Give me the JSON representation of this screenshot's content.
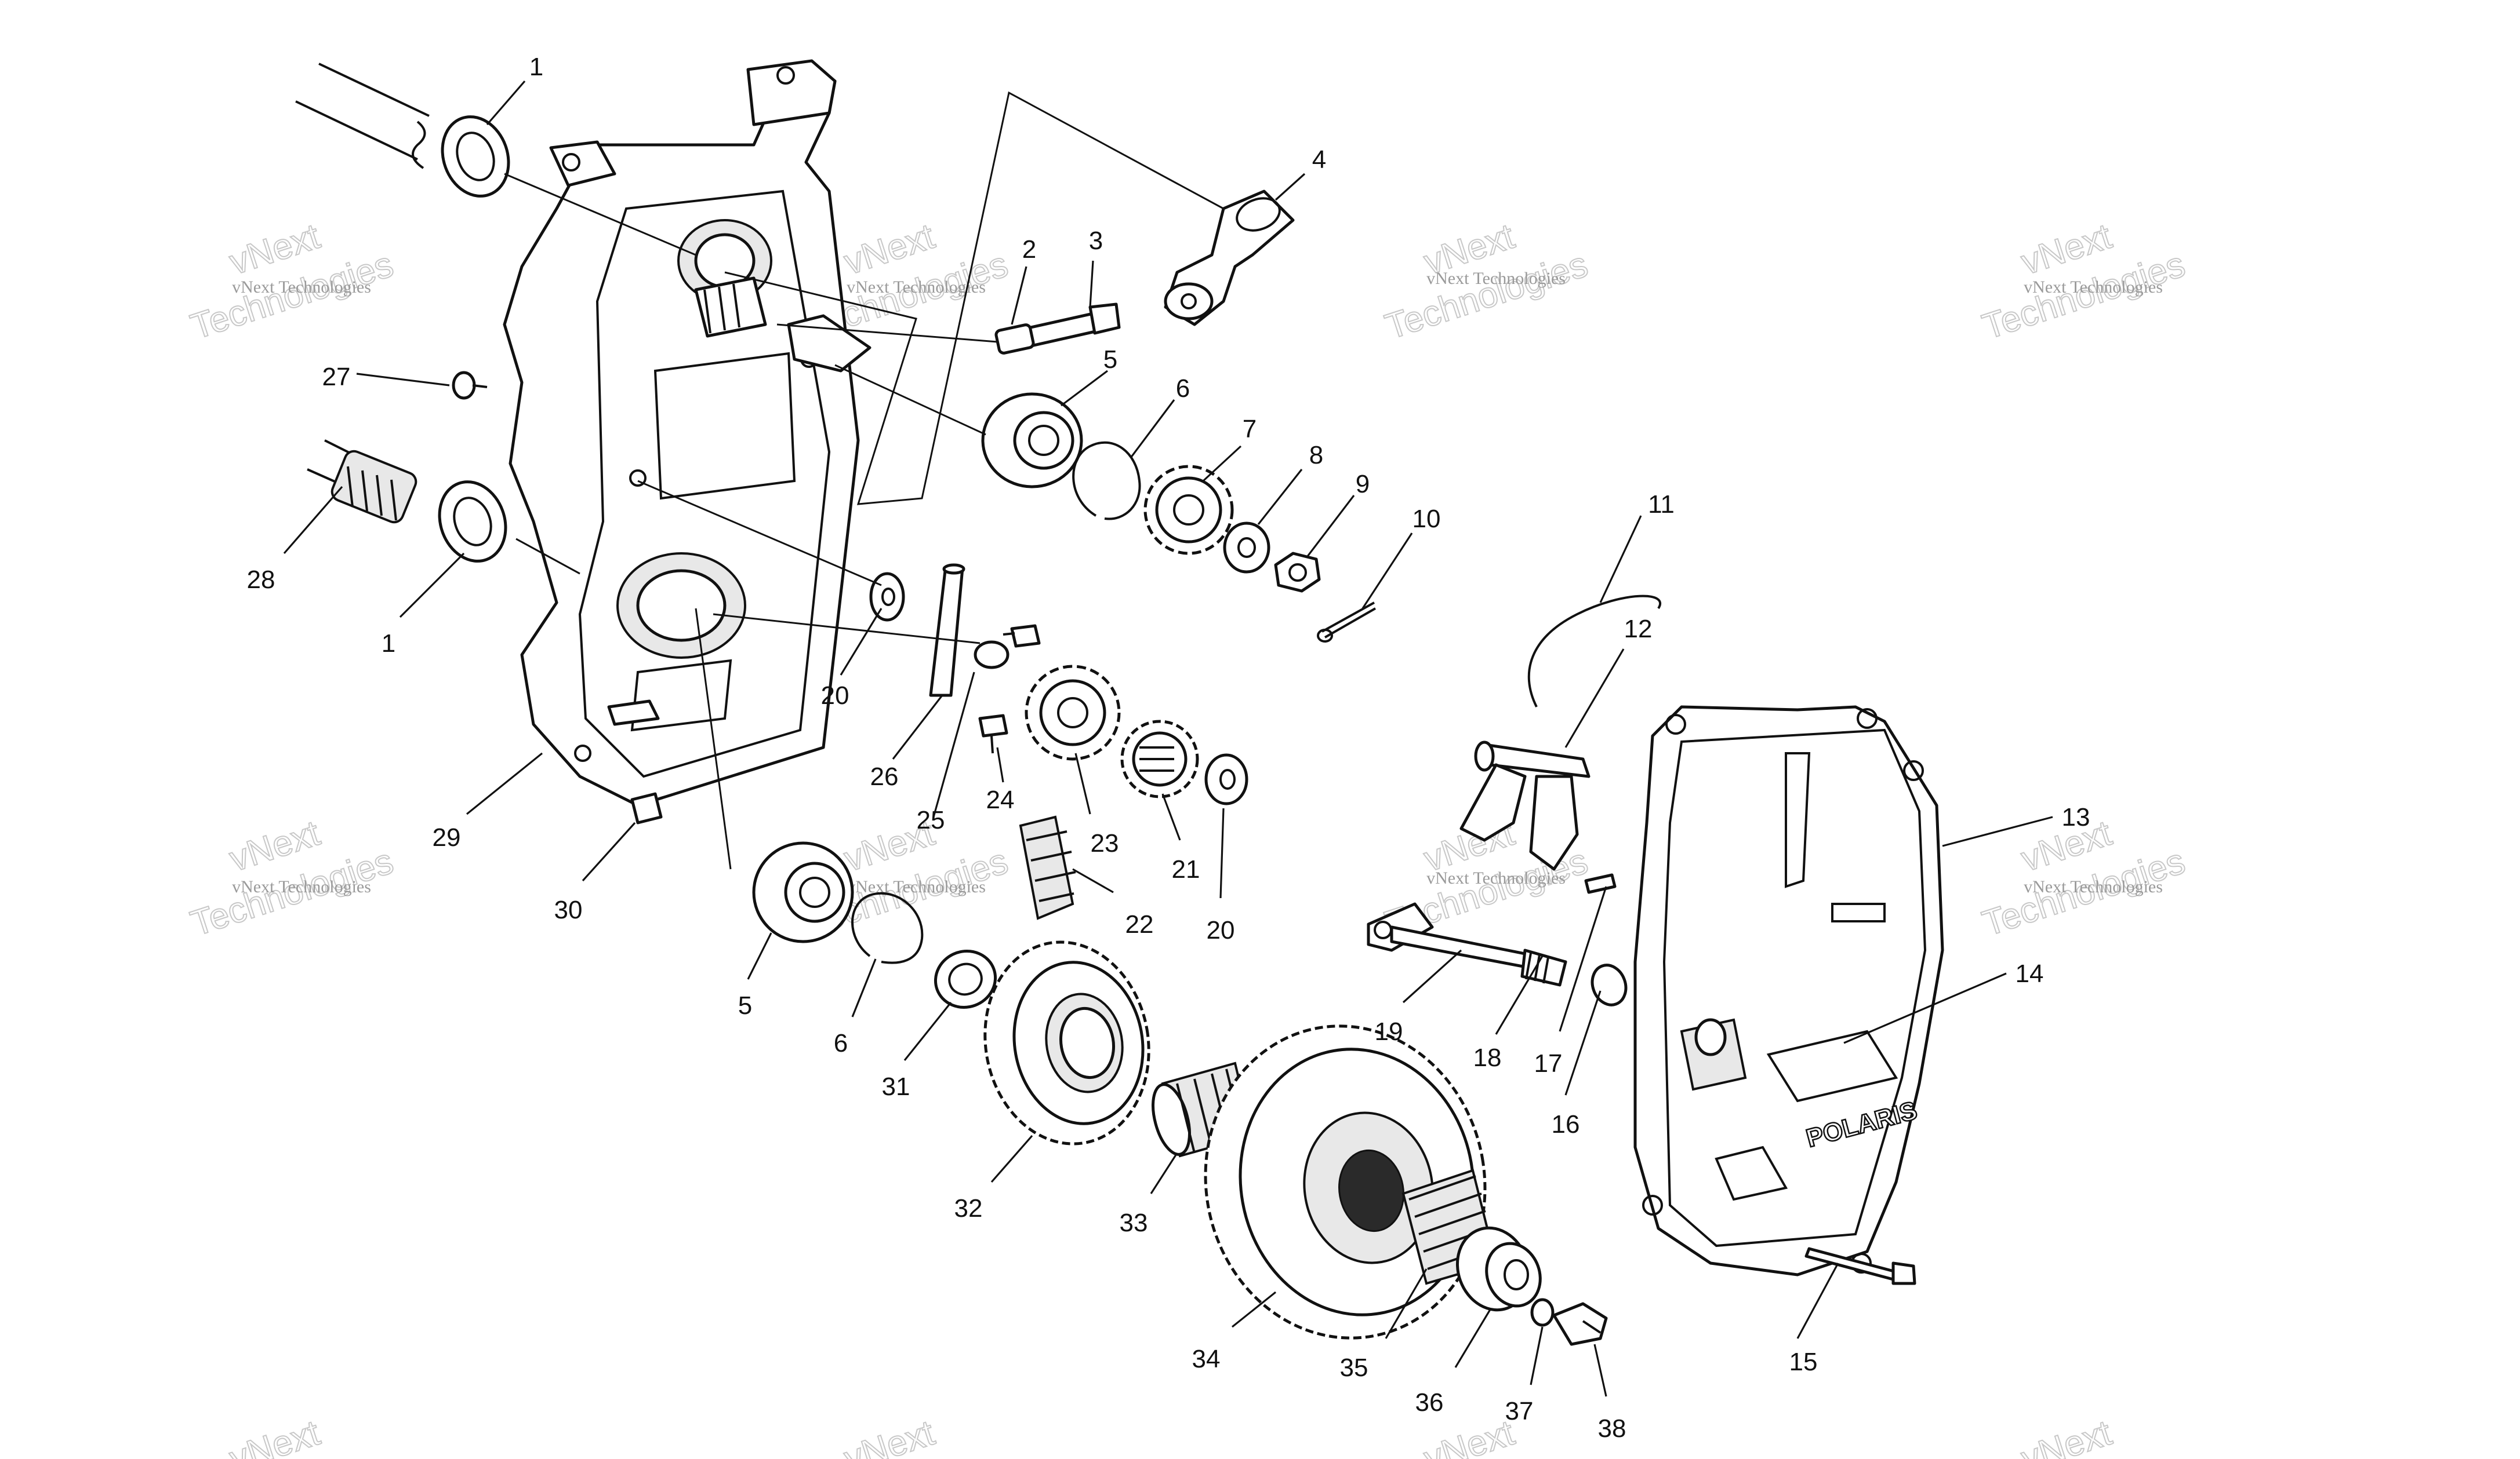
{
  "watermark": {
    "line1": "vNext",
    "line2": "Technologies",
    "small": "vNext Technologies"
  },
  "brand_mark": "POLARIS",
  "callouts": [
    "1",
    "1",
    "2",
    "3",
    "4",
    "5",
    "5",
    "6",
    "6",
    "7",
    "8",
    "9",
    "10",
    "11",
    "12",
    "13",
    "14",
    "15",
    "16",
    "17",
    "18",
    "19",
    "20",
    "20",
    "21",
    "22",
    "23",
    "24",
    "25",
    "26",
    "27",
    "28",
    "29",
    "30",
    "31",
    "32",
    "33",
    "34",
    "35",
    "36",
    "37",
    "38"
  ]
}
